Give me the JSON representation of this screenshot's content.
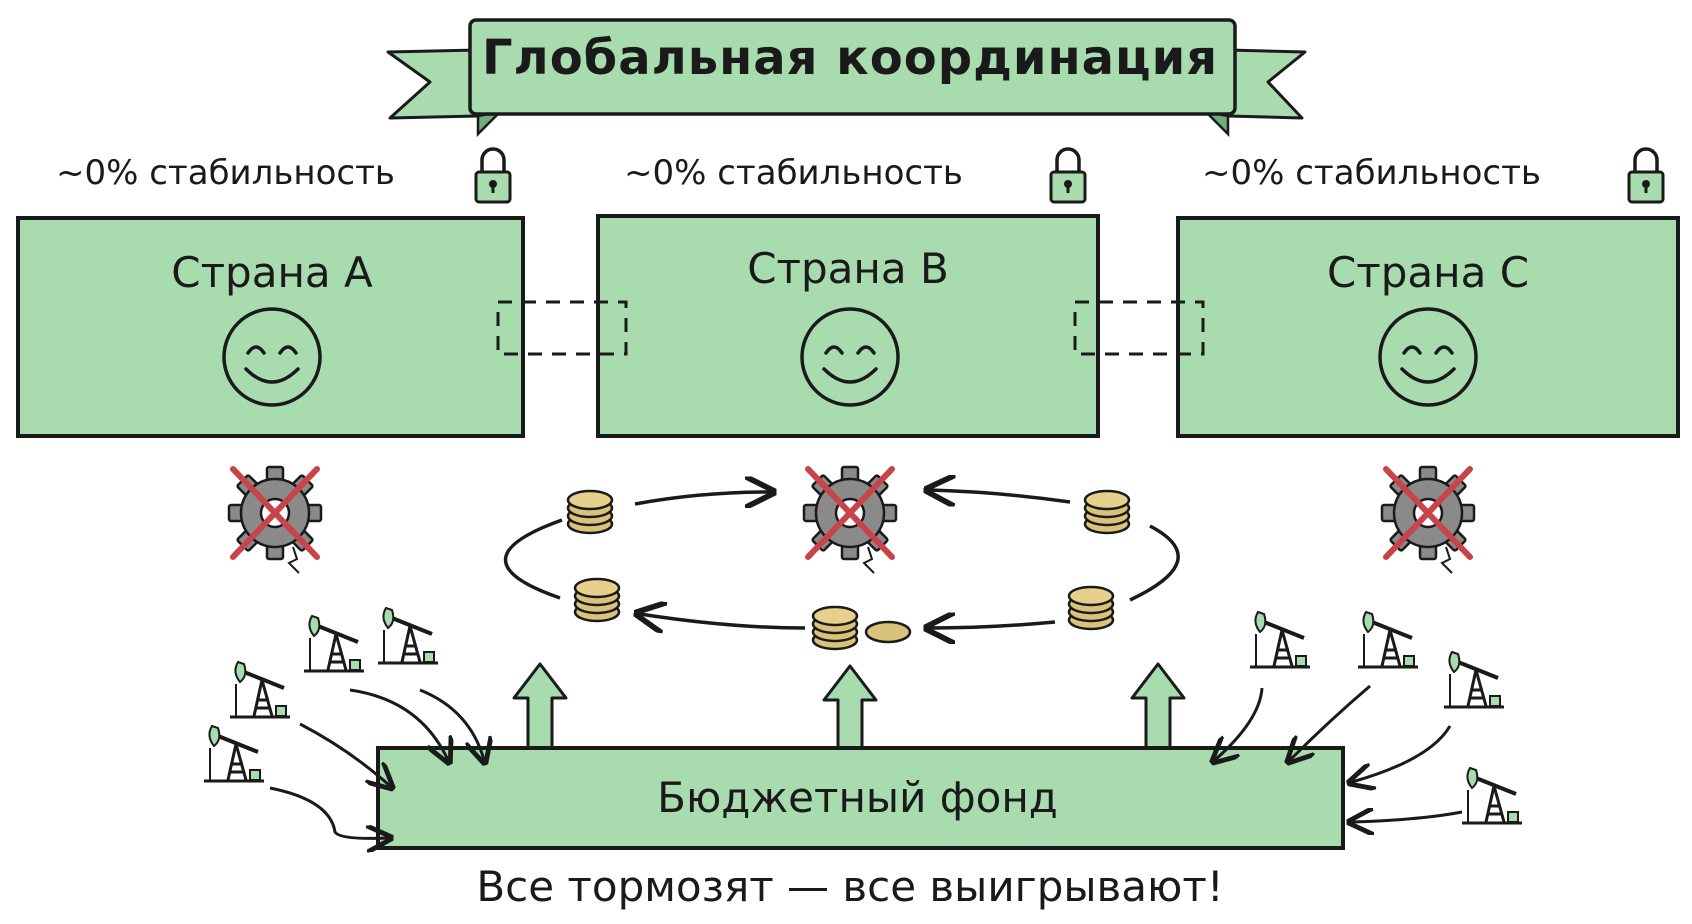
{
  "title": "Глобальная координация",
  "countries": [
    {
      "name": "Страна А",
      "stability": "~0% стабильность"
    },
    {
      "name": "Страна В",
      "stability": "~0% стабильность"
    },
    {
      "name": "Страна С",
      "stability": "~0% стабильность"
    }
  ],
  "fund": {
    "label": "Бюджетный фонд"
  },
  "slogan": "Все тормозят — все выигрывают!",
  "colors": {
    "panel_fill": "#a8dcaf",
    "outline": "#1a1a1a",
    "cross": "#c8444a",
    "gear": "#8a8a8a",
    "coin": "#d9c27a"
  },
  "icons": [
    "lock-icon",
    "smiley-icon",
    "gear-icon",
    "cross-icon",
    "coin-stack-icon",
    "oil-pump-icon",
    "up-arrow-icon"
  ]
}
